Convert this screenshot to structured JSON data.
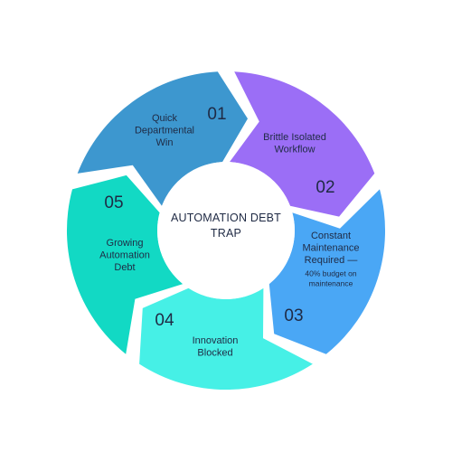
{
  "center": {
    "line1": "AUTOMATION DEBT",
    "line2": "TRAP"
  },
  "colors": {
    "step1": "#3d97cf",
    "step2": "#9b6ef6",
    "step3": "#4aa7f5",
    "step4": "#46f0e6",
    "step5": "#12d9c4",
    "text": "#1f2a44"
  },
  "steps": [
    {
      "number": "01",
      "lines": [
        "Quick",
        "Departmental",
        "Win"
      ],
      "note_lines": []
    },
    {
      "number": "02",
      "lines": [
        "Brittle Isolated",
        "Workflow"
      ],
      "note_lines": []
    },
    {
      "number": "03",
      "lines": [
        "Constant",
        "Maintenance",
        "Required —"
      ],
      "note_lines": [
        "40% budget on",
        "maintenance"
      ]
    },
    {
      "number": "04",
      "lines": [
        "Innovation",
        "Blocked"
      ],
      "note_lines": []
    },
    {
      "number": "05",
      "lines": [
        "Growing",
        "Automation",
        "Debt"
      ],
      "note_lines": []
    }
  ]
}
